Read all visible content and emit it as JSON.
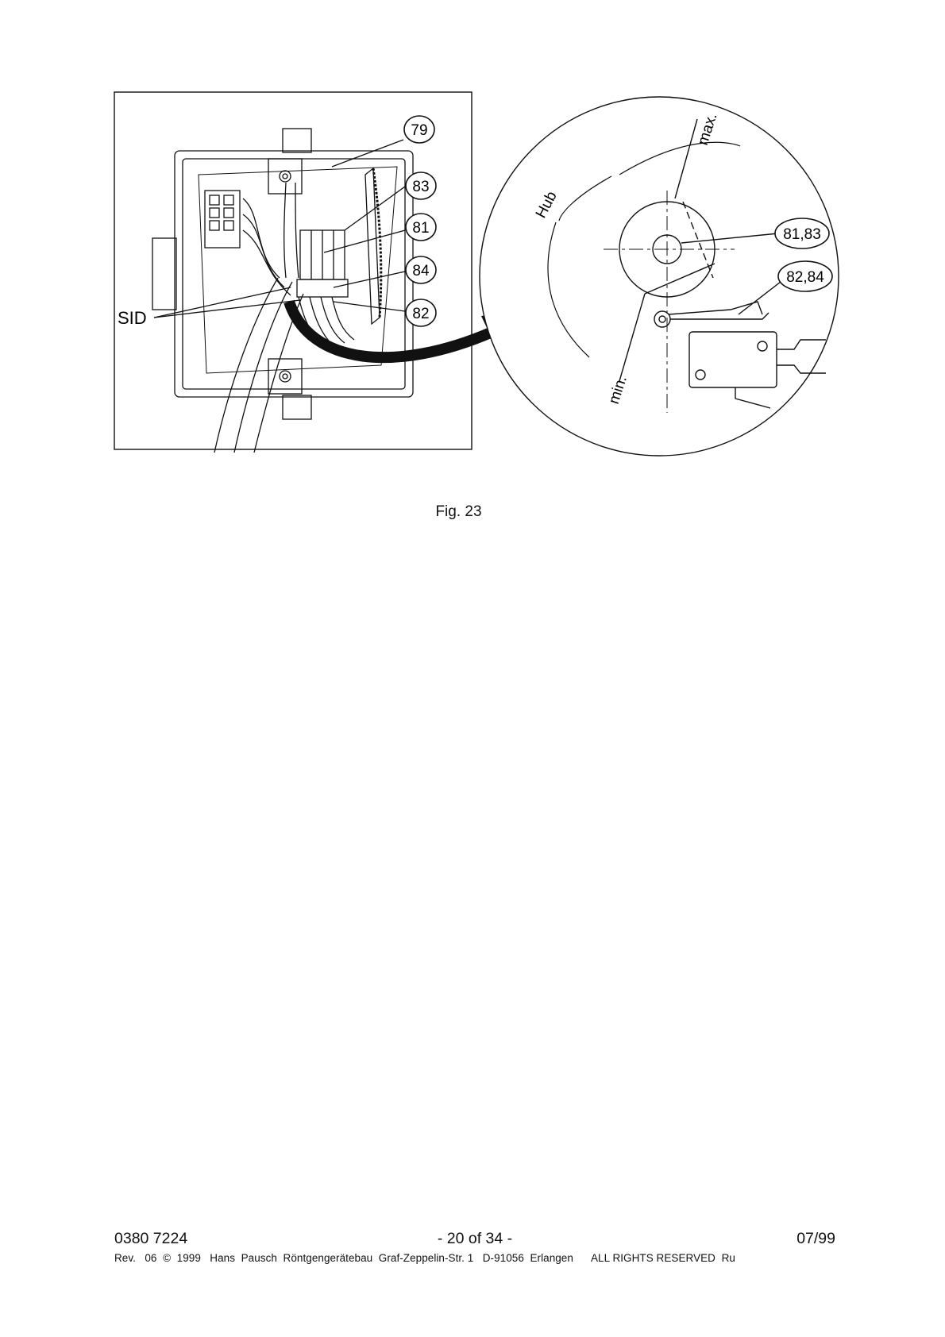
{
  "figure": {
    "callouts_left": [
      "79",
      "83",
      "81",
      "84",
      "82"
    ],
    "sid_label": "SID",
    "callouts_right": [
      "81,83",
      "82,84"
    ],
    "label_max": "max.",
    "label_hub": "Hub",
    "label_min": "min."
  },
  "caption": "Fig. 23",
  "footer": {
    "doc_number": "0380 7224",
    "page": "- 20 of 34 -",
    "date": "07/99",
    "rev_line": "Rev.   06  ©  1999   Hans  Pausch  Röntgengerätebau  Graf-Zeppelin-Str. 1   D-91056  Erlangen      ALL RIGHTS RESERVED  Ru"
  }
}
